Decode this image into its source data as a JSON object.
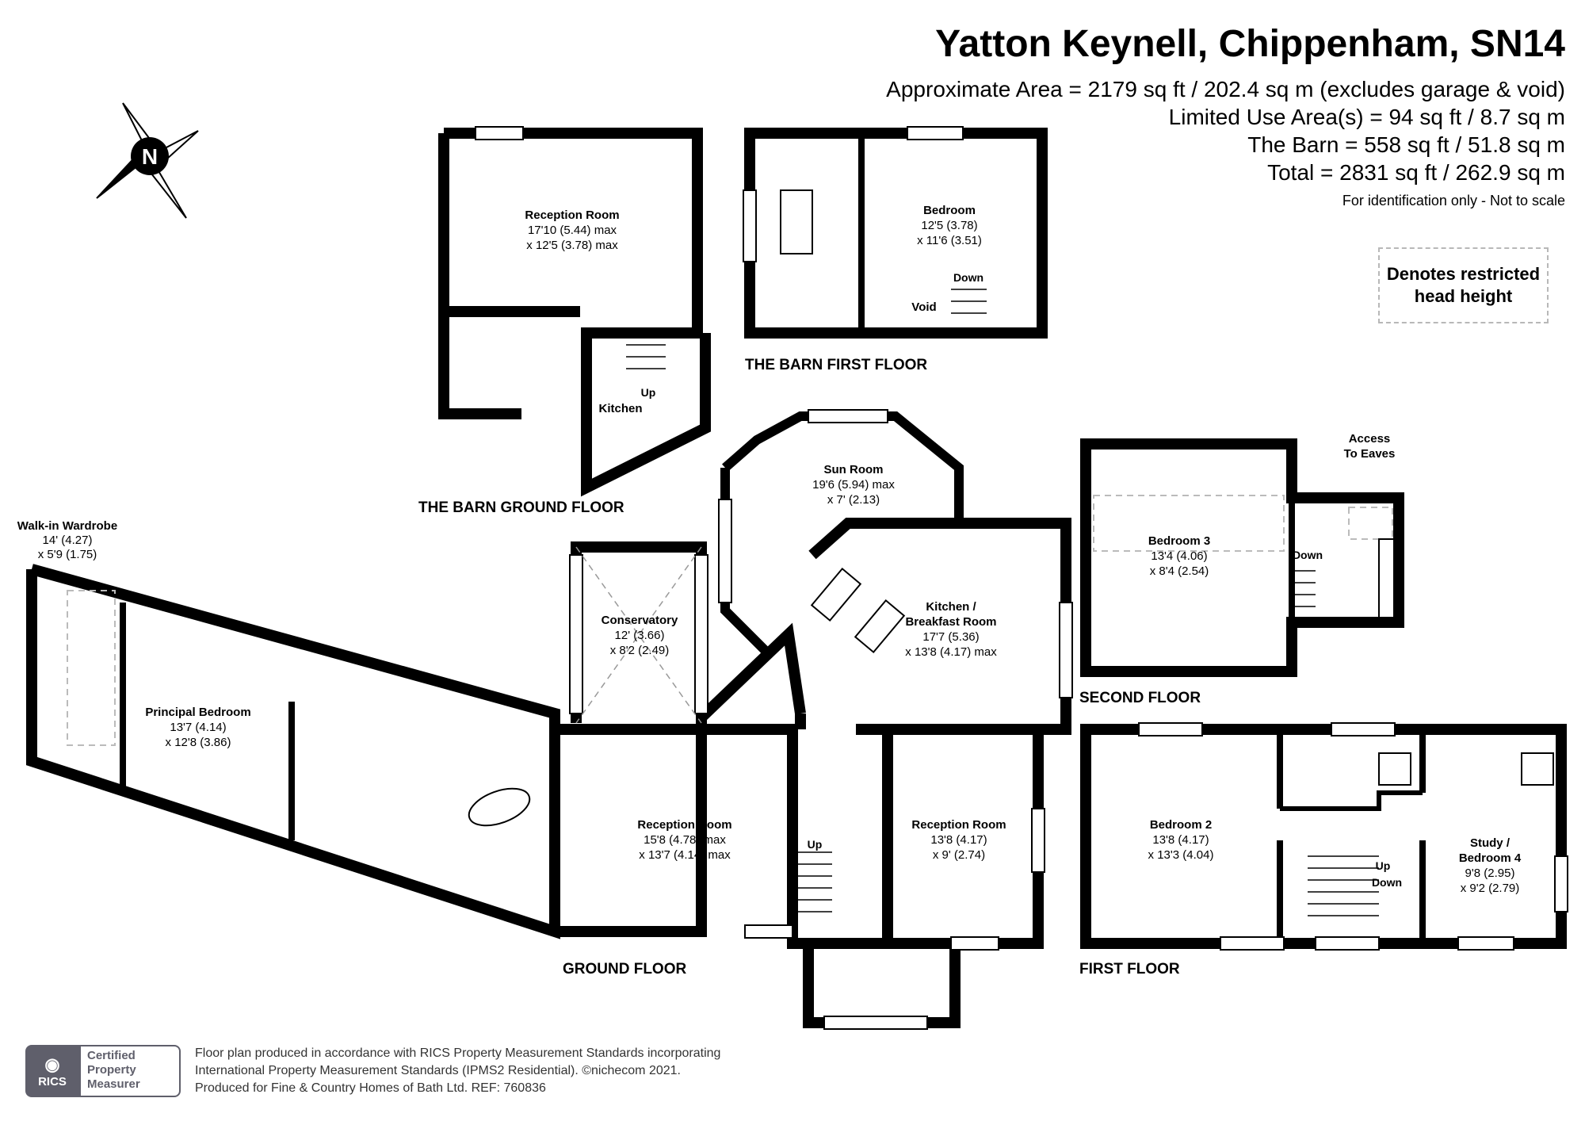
{
  "header": {
    "title": "Yatton Keynell, Chippenham, SN14",
    "areas": [
      "Approximate Area = 2179 sq ft / 202.4 sq m (excludes garage & void)",
      "Limited Use Area(s) = 94 sq ft / 8.7 sq m",
      "The Barn = 558 sq ft / 51.8 sq m",
      "Total = 2831 sq ft / 262.9 sq m"
    ],
    "note": "For identification only - Not to scale"
  },
  "legend": {
    "line1": "Denotes restricted",
    "line2": "head height"
  },
  "compass": {
    "label": "N"
  },
  "floors": {
    "barn_ground": "THE BARN GROUND FLOOR",
    "barn_first": "THE BARN FIRST FLOOR",
    "ground": "GROUND FLOOR",
    "first": "FIRST FLOOR",
    "second": "SECOND FLOOR"
  },
  "rooms": {
    "barn_reception": {
      "name": "Reception Room",
      "dim1": "17'10 (5.44) max",
      "dim2": "x 12'5 (3.78) max"
    },
    "barn_kitchen": {
      "name": "Kitchen"
    },
    "barn_bedroom": {
      "name": "Bedroom",
      "dim1": "12'5 (3.78)",
      "dim2": "x 11'6 (3.51)"
    },
    "barn_void": {
      "name": "Void"
    },
    "walkin": {
      "name": "Walk-in Wardrobe",
      "dim1": "14' (4.27)",
      "dim2": "x 5'9 (1.75)"
    },
    "principal": {
      "name": "Principal Bedroom",
      "dim1": "13'7 (4.14)",
      "dim2": "x 12'8 (3.86)"
    },
    "conservatory": {
      "name": "Conservatory",
      "dim1": "12' (3.66)",
      "dim2": "x 8'2 (2.49)"
    },
    "sunroom": {
      "name": "Sun Room",
      "dim1": "19'6 (5.94) max",
      "dim2": "x 7' (2.13)"
    },
    "kitchen": {
      "name1": "Kitchen /",
      "name2": "Breakfast Room",
      "dim1": "17'7 (5.36)",
      "dim2": "x 13'8 (4.17) max"
    },
    "reception_main": {
      "name": "Reception Room",
      "dim1": "15'8 (4.78) max",
      "dim2": "x 13'7 (4.14) max"
    },
    "reception_small": {
      "name": "Reception Room",
      "dim1": "13'8 (4.17)",
      "dim2": "x 9' (2.74)"
    },
    "bedroom3": {
      "name": "Bedroom 3",
      "dim1": "13'4 (4.06)",
      "dim2": "x 8'4 (2.54)"
    },
    "eaves": {
      "line1": "Access",
      "line2": "To Eaves"
    },
    "bedroom2": {
      "name": "Bedroom 2",
      "dim1": "13'8 (4.17)",
      "dim2": "x 13'3 (4.04)"
    },
    "study": {
      "name1": "Study /",
      "name2": "Bedroom 4",
      "dim1": "9'8 (2.95)",
      "dim2": "x 9'2 (2.79)"
    }
  },
  "stairs": {
    "up": "Up",
    "down": "Down"
  },
  "footer": {
    "line1": "Floor plan produced in accordance with RICS Property Measurement Standards incorporating",
    "line2": "International Property Measurement Standards (IPMS2 Residential).  ©nichecom 2021.",
    "line3": "Produced for Fine & Country Homes of Bath Ltd.   REF:  760836"
  },
  "badge": {
    "org": "RICS",
    "line1": "Certified",
    "line2": "Property",
    "line3": "Measurer"
  }
}
